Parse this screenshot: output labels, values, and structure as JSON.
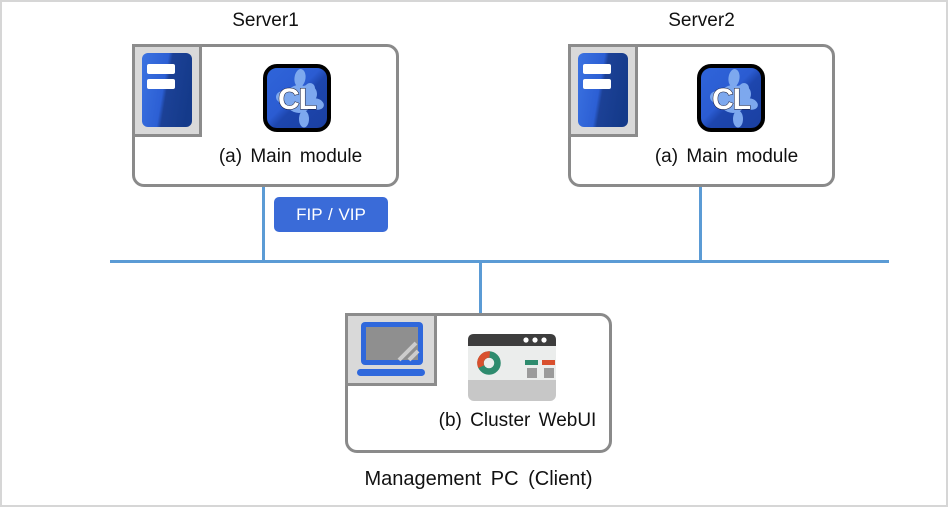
{
  "diagram": {
    "servers": [
      {
        "name": "Server1",
        "module": "(a) Main module"
      },
      {
        "name": "Server2",
        "module": "(a) Main module"
      }
    ],
    "fip_badge_label": "FIP / VIP",
    "management_pc": {
      "module": "(b) Cluster WebUI",
      "caption": "Management PC (Client)"
    },
    "cl_logo_text": "CL",
    "icons": {
      "server1": "server-tower-icon",
      "server2": "server-tower-icon",
      "cluster_logo": "cl-cluster-logo-icon",
      "laptop": "laptop-icon",
      "browser": "webui-browser-icon"
    },
    "colors": {
      "network_line": "#5b9bd5",
      "badge_blue": "#3a6bd8",
      "box_border": "#8a8a8a",
      "icon_tile_bg": "#d9d9d9",
      "tower_blue_light": "#3a6fde",
      "tower_blue_dark": "#16418f",
      "cl_blue_light": "#2f65da",
      "cl_blue_dark": "#1d46ae",
      "cl_splat_blue": "#7da8ee",
      "donut_teal": "#2e8b6e",
      "donut_red": "#d9502e",
      "browser_titlebar": "#3d3d3d"
    }
  }
}
